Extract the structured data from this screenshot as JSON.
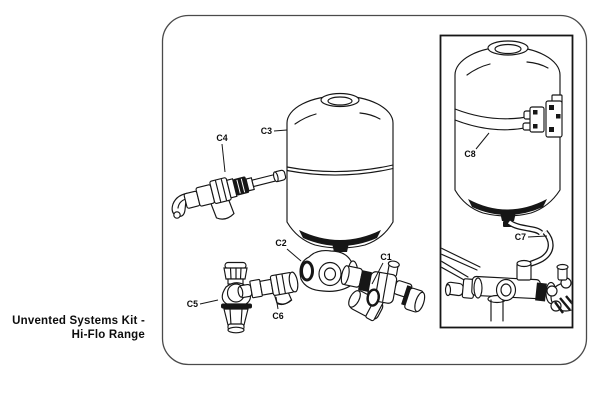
{
  "title": {
    "line1": "Unvented Systems Kit -",
    "line2": "Hi-Flo Range"
  },
  "diagram": {
    "part_labels": {
      "c1": "C1",
      "c2": "C2",
      "c3": "C3",
      "c4": "C4",
      "c5": "C5",
      "c6": "C6",
      "c7": "C7",
      "c8": "C8"
    }
  },
  "colors": {
    "line": "#161616",
    "frame_border": "#4a4a4a",
    "background": "#ffffff"
  }
}
